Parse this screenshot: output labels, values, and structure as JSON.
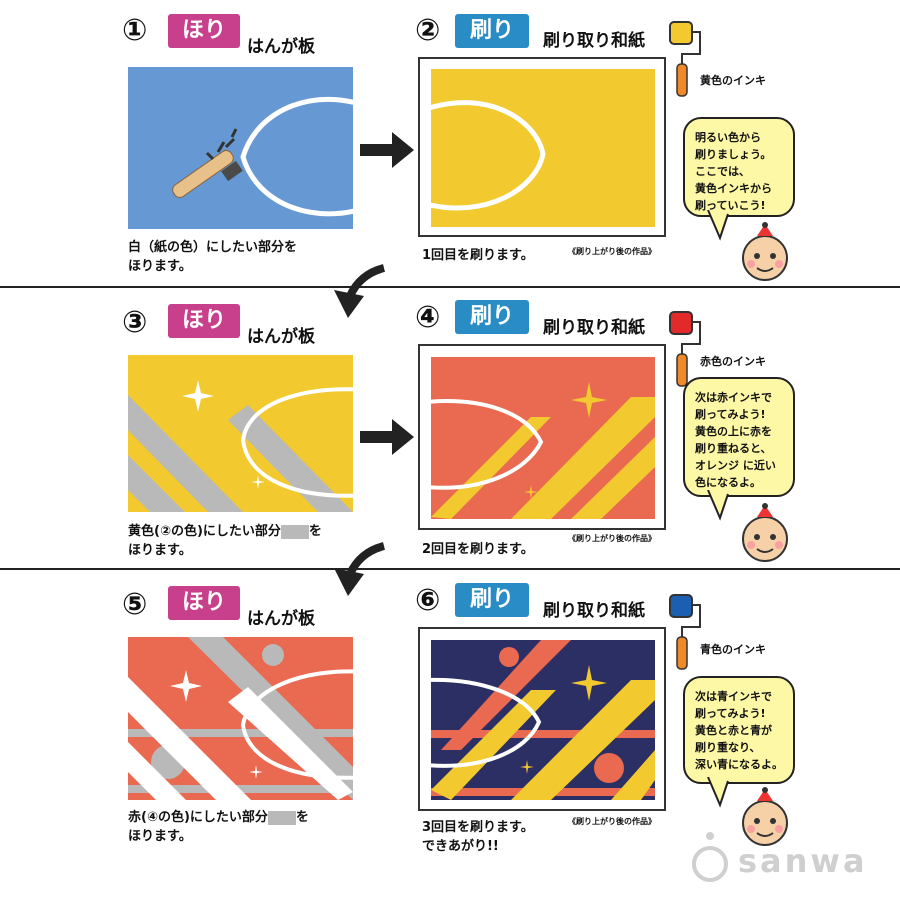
{
  "steps": [
    {
      "num": "①",
      "badge": "ほり",
      "sub": "はんが板",
      "cap1": "白（紙の色）にしたい部分を",
      "cap2": "ほります。"
    },
    {
      "num": "②",
      "badge": "刷り",
      "sub": "刷り取り和紙",
      "ink": "黄色のインキ",
      "cap": "1回目を刷ります。",
      "note": "《刷り上がり後の作品》",
      "bubble": [
        "明るい色から",
        "刷りましょう。",
        "ここでは、",
        "黄色インキから",
        "刷っていこう!"
      ]
    },
    {
      "num": "③",
      "badge": "ほり",
      "sub": "はんが板",
      "cap1a": "黄色(②の色)にしたい部分",
      "cap1b": "を",
      "cap2": "ほります。"
    },
    {
      "num": "④",
      "badge": "刷り",
      "sub": "刷り取り和紙",
      "ink": "赤色のインキ",
      "cap": "2回目を刷ります。",
      "note": "《刷り上がり後の作品》",
      "bubble": [
        "次は赤インキで",
        "刷ってみよう!",
        "黄色の上に赤を",
        "刷り重ねると、",
        "オレンジ に近い",
        "色になるよ。"
      ]
    },
    {
      "num": "⑤",
      "badge": "ほり",
      "sub": "はんが板",
      "cap1a": "赤(④の色)にしたい部分",
      "cap1b": "を",
      "cap2": "ほります。"
    },
    {
      "num": "⑥",
      "badge": "刷り",
      "sub": "刷り取り和紙",
      "ink": "青色のインキ",
      "cap1": "3回目を刷ります。",
      "cap2": "できあがり!!",
      "note": "《刷り上がり後の作品》",
      "bubble": [
        "次は青インキで",
        "刷ってみよう!",
        "黄色と赤と青が",
        "刷り重なり、",
        "深い青になるよ。"
      ]
    }
  ],
  "logo": "sanwa",
  "colors": {
    "blue_board": "#6699d3",
    "yellow": "#f2c92e",
    "red": "#e96a50",
    "navy": "#2b2f63",
    "gray": "#b9b9b9",
    "pink": "#c83f8c",
    "teal": "#2a8cc4",
    "bubble": "#fdf8a6"
  }
}
